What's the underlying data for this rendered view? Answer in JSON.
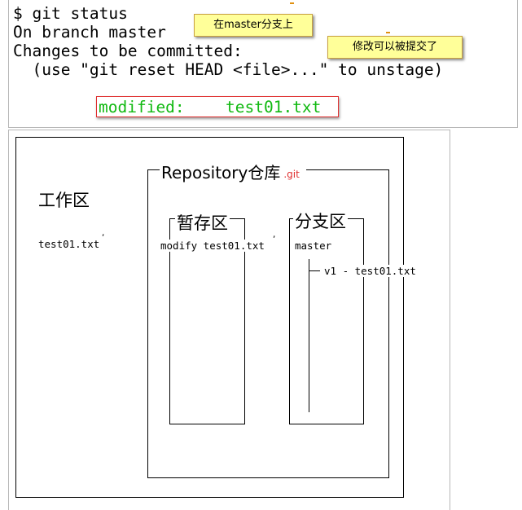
{
  "terminal": {
    "lines": [
      "$ git status",
      "On branch master",
      "Changes to be committed:",
      "  (use \"git reset HEAD <file>...\" to unstage)"
    ],
    "modified_label": "modified:",
    "modified_file": "test01.txt"
  },
  "notes": {
    "branch_note": "在master分支上",
    "commit_note": "修改可以被提交了"
  },
  "diagram": {
    "repository_title": "Repository仓库",
    "git_suffix": ".git",
    "working_area": {
      "title": "工作区",
      "file": "test01.txt"
    },
    "staging_area": {
      "title": "暂存区",
      "item": "modify test01.txt"
    },
    "branch_area": {
      "title": "分支区",
      "branch": "master",
      "commit": "v1 - test01.txt"
    }
  },
  "colors": {
    "modified_text": "#11b911",
    "note_bg": "#ffff99",
    "highlight_border": "#e03030",
    "git_text": "#e03030"
  }
}
